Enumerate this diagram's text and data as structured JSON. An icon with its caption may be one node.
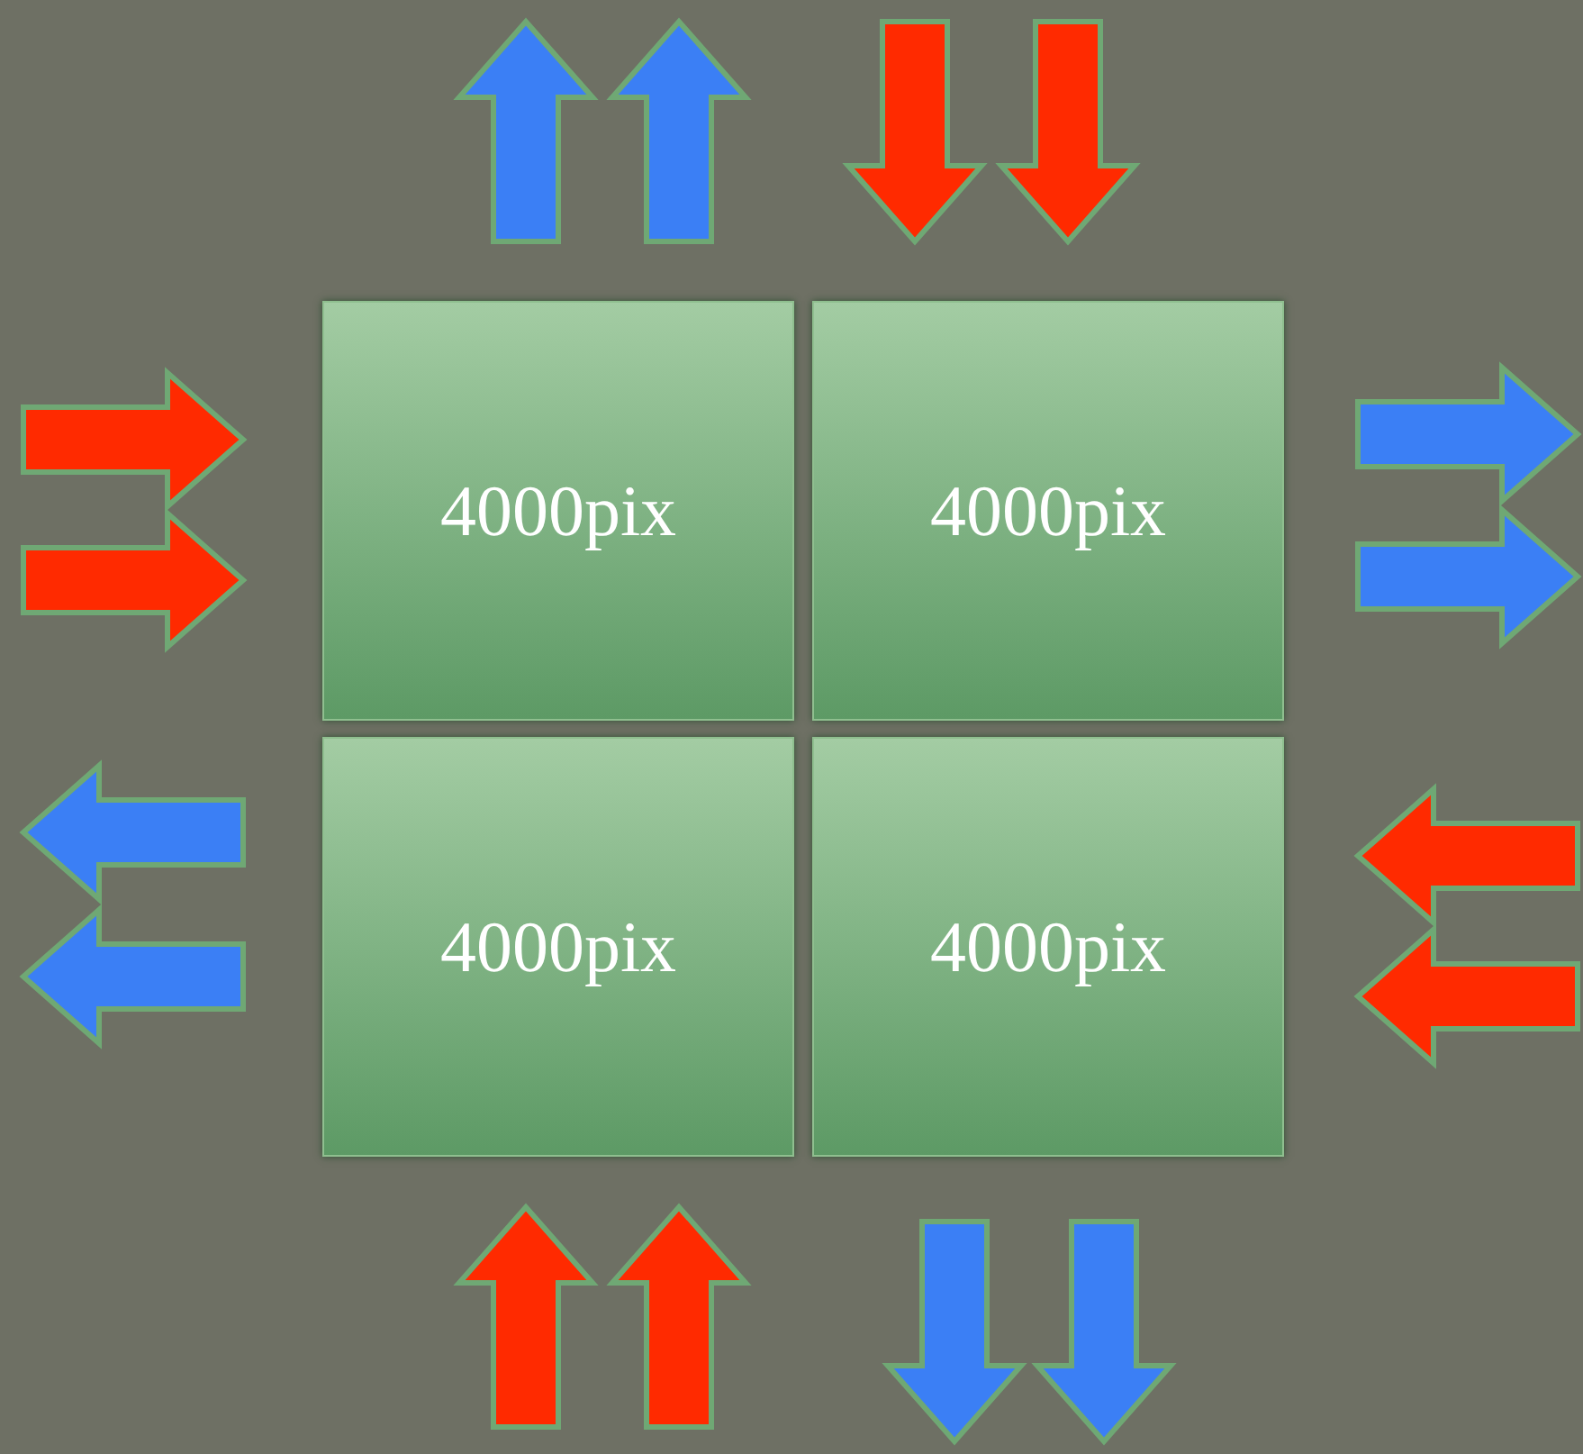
{
  "diagram": {
    "nodes": [
      {
        "text": [
          "4000pix"
        ]
      },
      {
        "text": [
          "4000pix"
        ]
      },
      {
        "text": [
          "4000pix"
        ]
      },
      {
        "text": [
          "4000pix"
        ]
      }
    ]
  }
}
